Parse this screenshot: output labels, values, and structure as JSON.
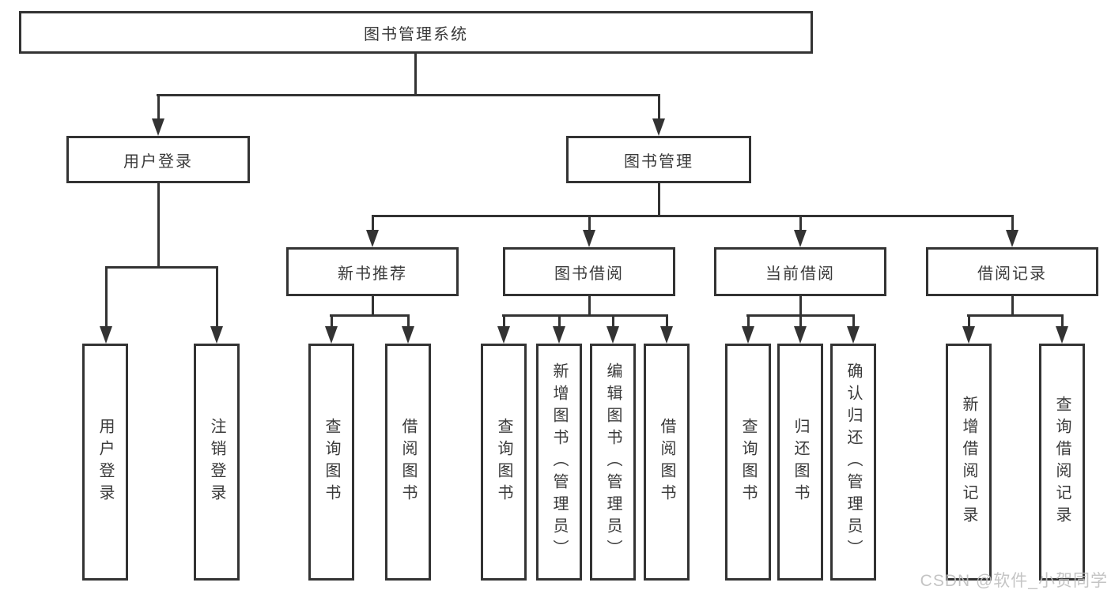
{
  "diagram": {
    "root_label": "图书管理系统",
    "level2": {
      "user_login": "用户登录",
      "book_mgmt": "图书管理"
    },
    "level3": {
      "new_book_rec": "新书推荐",
      "book_borrow": "图书借阅",
      "current_borrow": "当前借阅",
      "borrow_records": "借阅记录"
    },
    "leaves": {
      "user_login": "用户登录",
      "logout": "注销登录",
      "rec_query_books": "查询图书",
      "rec_borrow_books": "借阅图书",
      "bb_query_books": "查询图书",
      "bb_add_books": "新增图书（管理员）",
      "bb_edit_books": "编辑图书（管理员）",
      "bb_borrow_books": "借阅图书",
      "cb_query_books": "查询图书",
      "cb_return_books": "归还图书",
      "cb_confirm_return": "确认归还（管理员）",
      "br_add_record": "新增借阅记录",
      "br_query_record": "查询借阅记录"
    }
  },
  "watermark": "CSDN @软件_小贺同学",
  "colors": {
    "line": "#333333",
    "box_border": "#333333",
    "box_bg": "#ffffff",
    "text": "#3a3a3a",
    "watermark": "#bebebe"
  }
}
